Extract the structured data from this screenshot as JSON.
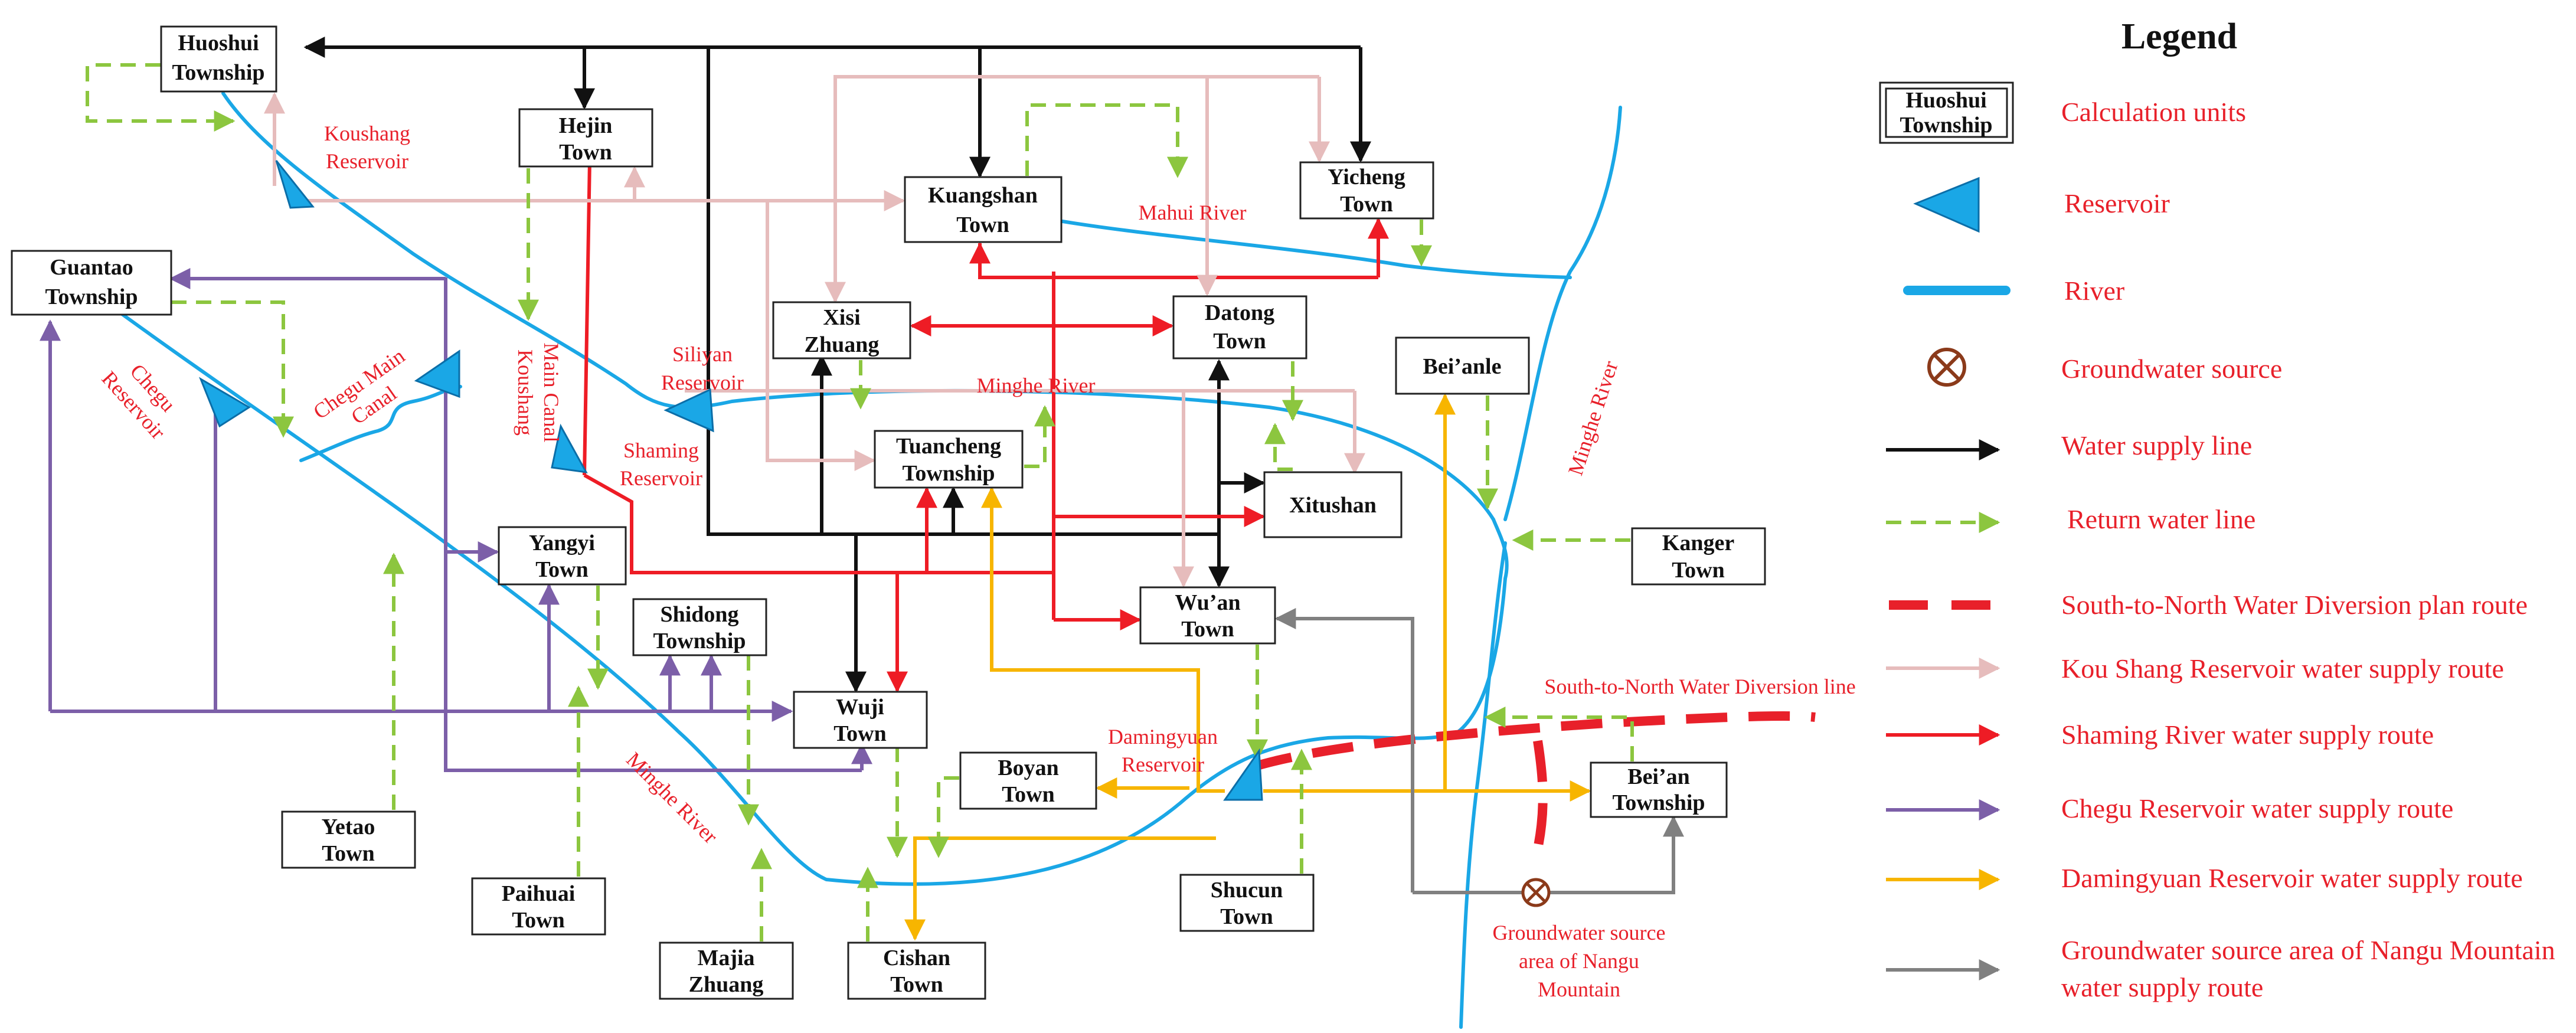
{
  "legend": {
    "title": "Legend",
    "unit_sample": [
      "Huoshui",
      "Township"
    ],
    "items": {
      "calc_units": "Calculation units",
      "reservoir": "Reservoir",
      "river": "River",
      "groundwater": "Groundwater source",
      "water_supply": "Water supply line",
      "return_water": "Return water line",
      "plan_route": "South-to-North Water Diversion plan route",
      "koushang_route": "Kou Shang Reservoir water supply route",
      "shaming_route": "Shaming River water supply route",
      "chegu_route": "Chegu Reservoir water supply route",
      "damingyuan_route": "Damingyuan Reservoir water supply route",
      "nangu_route_1": "Groundwater source area of Nangu Mountain",
      "nangu_route_2": "water supply route"
    }
  },
  "units": {
    "huoshui": [
      "Huoshui",
      "Township"
    ],
    "hejin": [
      "Hejin",
      "Town"
    ],
    "kuangshan": [
      "Kuangshan",
      "Town"
    ],
    "yicheng": [
      "Yicheng",
      "Town"
    ],
    "guantao": [
      "Guantao",
      "Township"
    ],
    "xisi": [
      "Xisi",
      "Zhuang"
    ],
    "datong": [
      "Datong",
      "Town"
    ],
    "beianle": [
      "Bei’anle"
    ],
    "tuancheng": [
      "Tuancheng",
      "Township"
    ],
    "xitushan": [
      "Xitushan"
    ],
    "yangyi": [
      "Yangyi",
      "Town"
    ],
    "kanger": [
      "Kanger",
      "Town"
    ],
    "shidong": [
      "Shidong",
      "Township"
    ],
    "wuan": [
      "Wu’an",
      "Town"
    ],
    "wuji": [
      "Wuji",
      "Town"
    ],
    "boyan": [
      "Boyan",
      "Town"
    ],
    "beian": [
      "Bei’an",
      "Township"
    ],
    "yetao": [
      "Yetao",
      "Town"
    ],
    "paihuai": [
      "Paihuai",
      "Town"
    ],
    "shucun": [
      "Shucun",
      "Town"
    ],
    "majia": [
      "Majia",
      "Zhuang"
    ],
    "cishan": [
      "Cishan",
      "Town"
    ]
  },
  "labels": {
    "koushang_reservoir": [
      "Koushang",
      "Reservoir"
    ],
    "mahui_river": "Mahui River",
    "chegu_main_canal": [
      "Chegu Main",
      "Canal"
    ],
    "chegu_reservoir": [
      "Chegu",
      "Reservoir"
    ],
    "koushang_main_canal": [
      "Koushang",
      "Main Canal"
    ],
    "siliyan_reservoir": [
      "Siliyan",
      "Reservoir"
    ],
    "minghe_river_upper": "Minghe River",
    "minghe_river_right": "Minghe River",
    "minghe_river_lower": "Minghe River",
    "shaming_reservoir": [
      "Shaming",
      "Reservoir"
    ],
    "damingyuan_reservoir": [
      "Damingyuan",
      "Reservoir"
    ],
    "snwd_line": "South-to-North Water Diversion line",
    "nangu_area": [
      "Groundwater source",
      "area of Nangu",
      "Mountain"
    ]
  },
  "colors": {
    "river": "#1aa7e6",
    "water_supply": "#111111",
    "return_water": "#8cc63f",
    "plan_route": "#e8202a",
    "koushang_route": "#e6bcbc",
    "shaming_route": "#ee1c25",
    "chegu_route": "#7c5fa8",
    "damingyuan_route": "#f7b500",
    "nangu_route": "#808080",
    "label_text": "#e8202a"
  }
}
